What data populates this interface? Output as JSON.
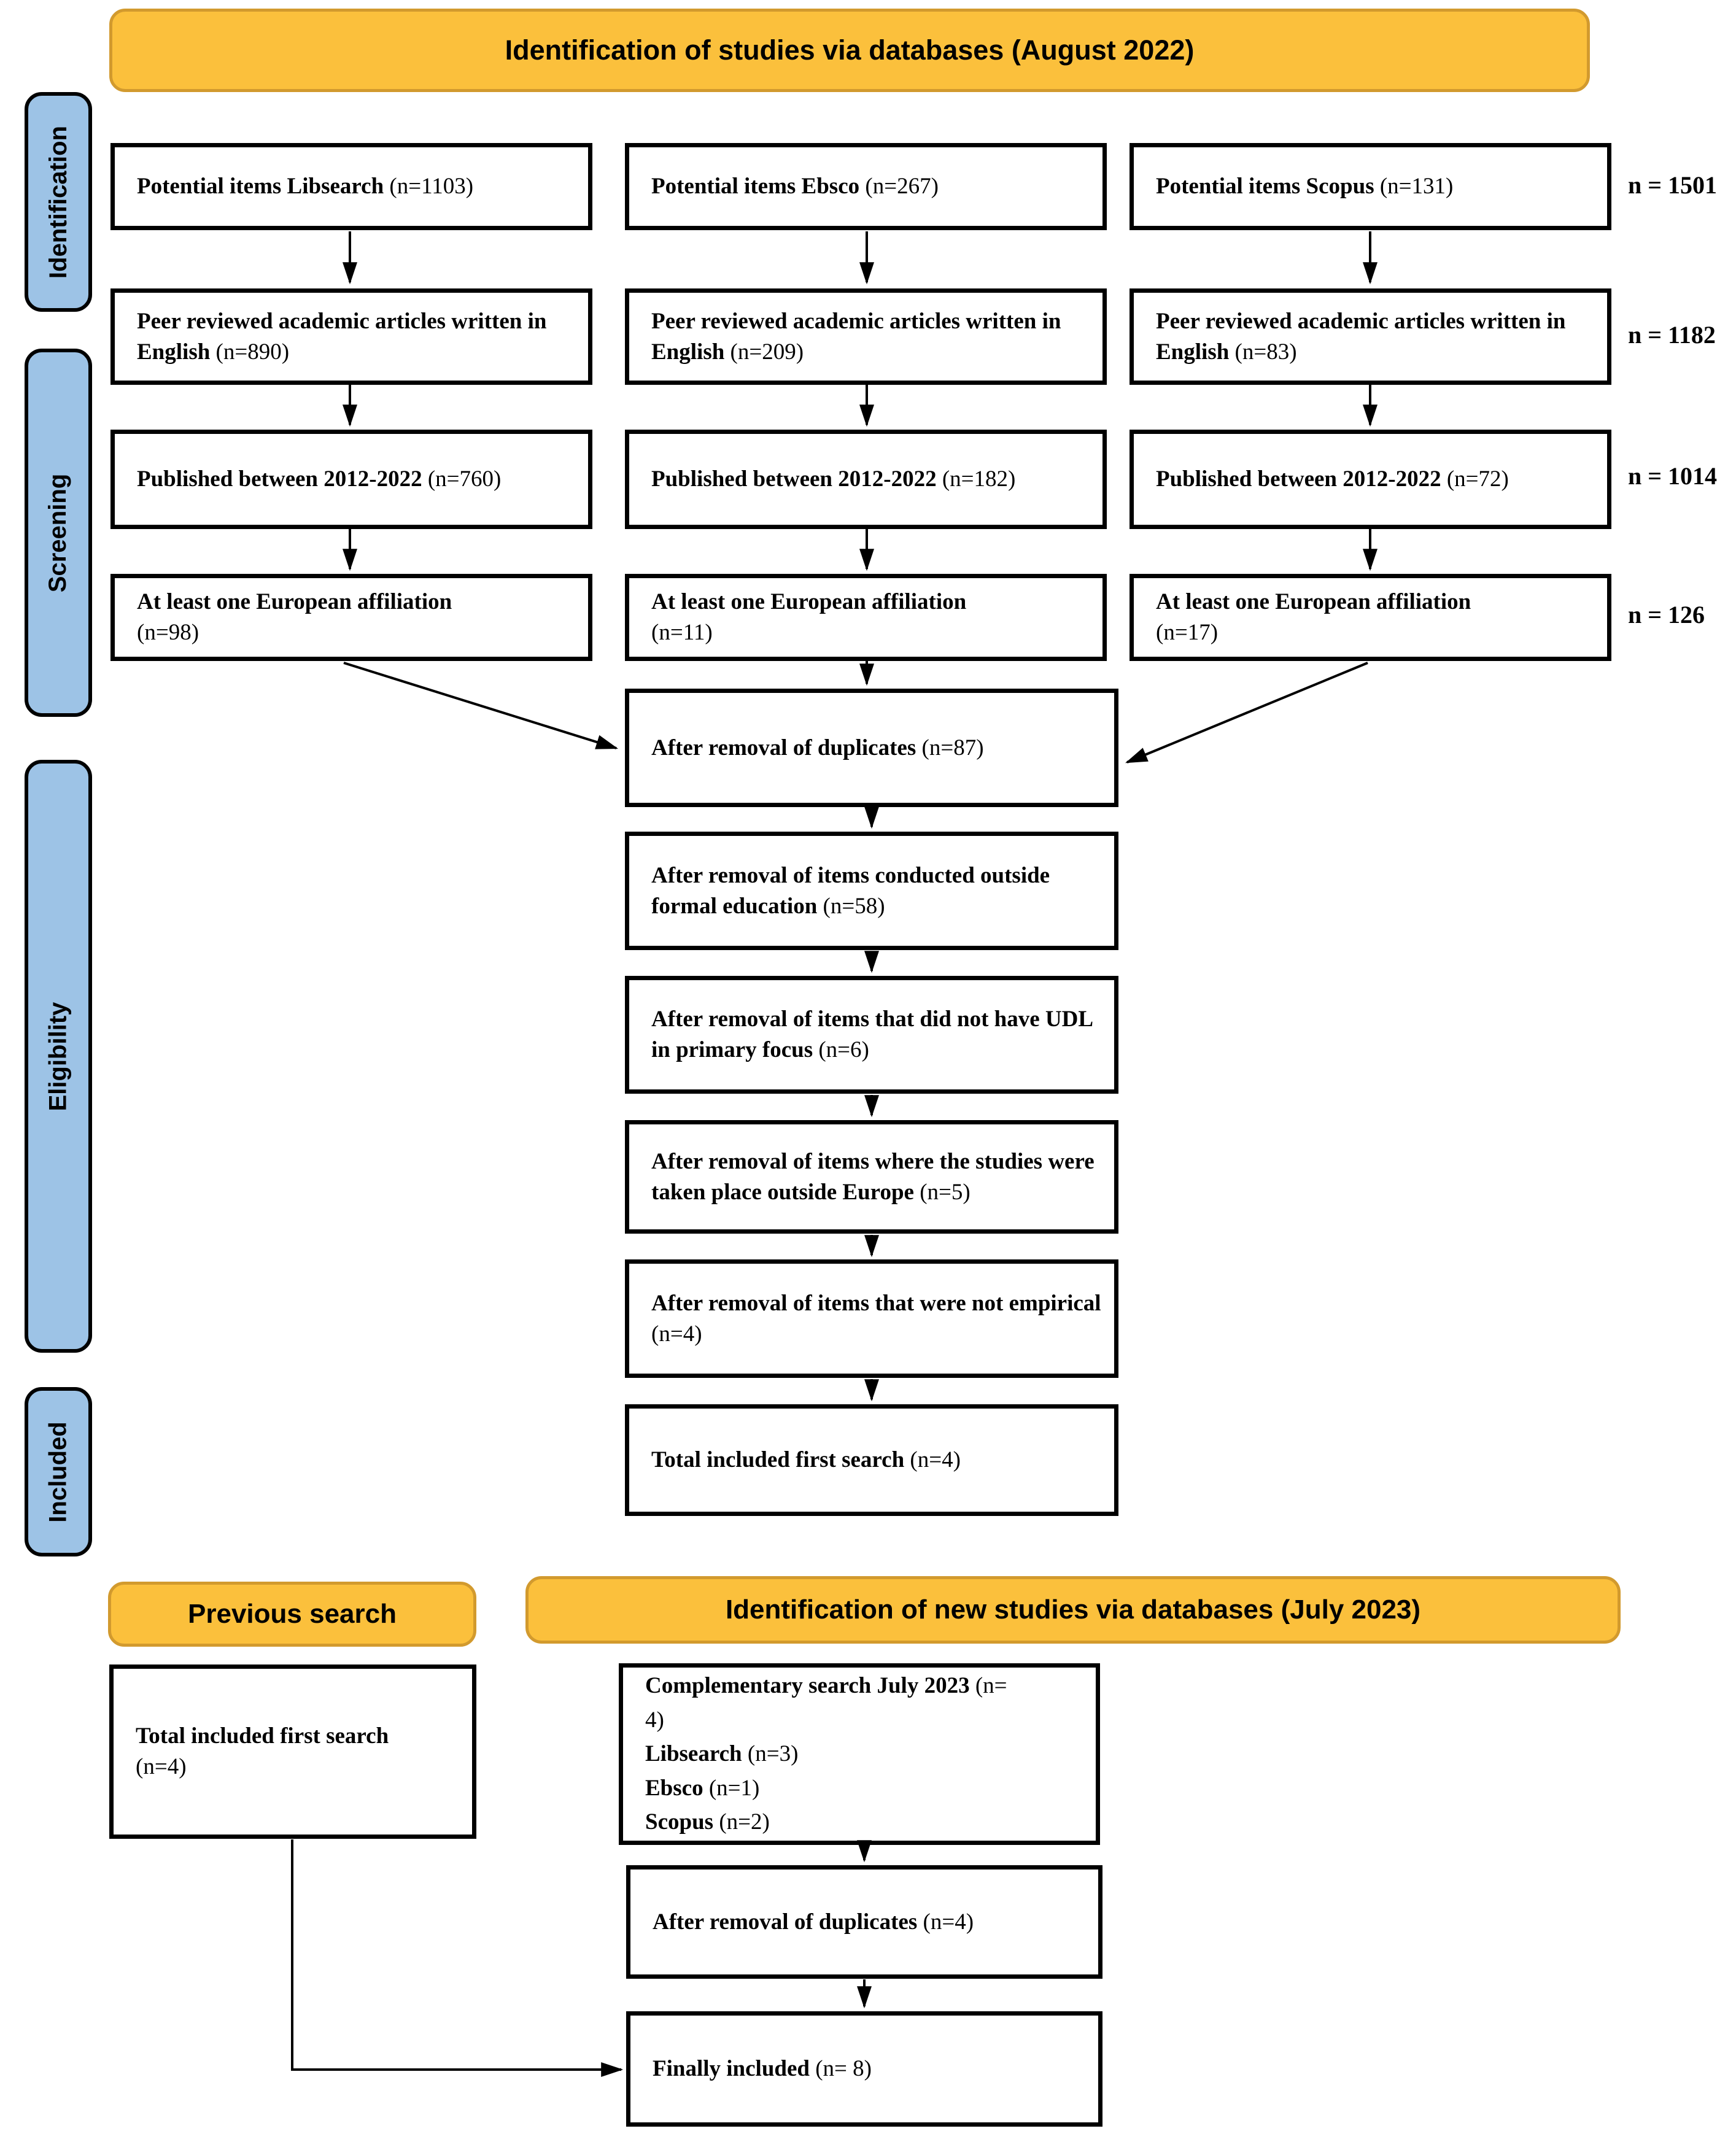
{
  "banner_top": "Identification of studies via databases (August 2022)",
  "sidebar": [
    "Identification",
    "Screening",
    "Eligibility",
    "Included"
  ],
  "totals": [
    "n = 1501",
    "n = 1182",
    "n = 1014",
    "n = 126"
  ],
  "cols": [
    {
      "rows": [
        {
          "b": "Potential items Libsearch",
          "r": " (n=1103)"
        },
        {
          "b": "Peer reviewed academic articles written in English",
          "r": " (n=890)"
        },
        {
          "b": "Published between 2012-2022",
          "r": " (n=760)"
        },
        {
          "b": "At least one European affiliation",
          "r": "(n=98)"
        }
      ]
    },
    {
      "rows": [
        {
          "b": "Potential items Ebsco",
          "r": " (n=267)"
        },
        {
          "b": "Peer reviewed academic articles written in English",
          "r": " (n=209)"
        },
        {
          "b": "Published between 2012-2022",
          "r": " (n=182)"
        },
        {
          "b": "At least one European affiliation",
          "r": "(n=11)"
        }
      ]
    },
    {
      "rows": [
        {
          "b": "Potential items Scopus",
          "r": " (n=131)"
        },
        {
          "b": "Peer reviewed academic articles written in English",
          "r": " (n=83)"
        },
        {
          "b": "Published between 2012-2022",
          "r": " (n=72)"
        },
        {
          "b": "At least one European affiliation",
          "r": "(n=17)"
        }
      ]
    }
  ],
  "flow": [
    {
      "b": "After removal of duplicates",
      "r": " (n=87)"
    },
    {
      "b": "After removal of items conducted outside formal education",
      "r": " (n=58)"
    },
    {
      "b": "After removal of items that did not have UDL in primary focus",
      "r": " (n=6)"
    },
    {
      "b": "After removal of items where the studies were taken place outside Europe",
      "r": " (n=5)"
    },
    {
      "b": "After removal of items that were not empirical",
      "r": " (n=4)"
    },
    {
      "b": "Total included first search",
      "r": " (n=4)"
    }
  ],
  "bottom": {
    "previous_label": "Previous search",
    "banner": "Identification of new studies via databases (July 2023)",
    "total_first": {
      "b": "Total included first search",
      "r": "(n=4)"
    },
    "complementary": {
      "b1": "Complementary search July 2023 ",
      "r1": "(n=",
      "r2": "4)",
      "items": [
        {
          "b": "Libsearch",
          "r": " (n=3)"
        },
        {
          "b": "Ebsco",
          "r": " (n=1)"
        },
        {
          "b": "Scopus",
          "r": " (n=2)"
        }
      ]
    },
    "dup": {
      "b": "After removal of duplicates",
      "r": " (n=4)"
    },
    "final": {
      "b": "Finally included",
      "r": " (n= 8)"
    }
  },
  "colors": {
    "banner_fill": "#FBC03C",
    "banner_border": "#D29A2E",
    "pill_fill": "#9DC3E6"
  }
}
